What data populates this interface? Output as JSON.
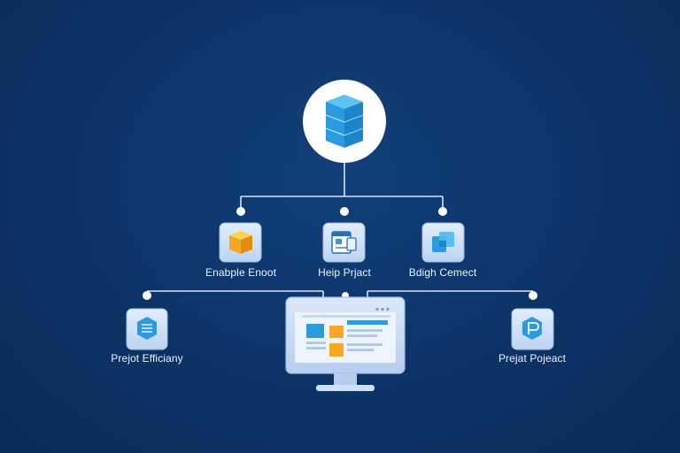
{
  "colors": {
    "background": "#0c3366",
    "connector": "#d6e4f5",
    "tile": "#cfe0f7",
    "accent_blue": "#2a9be0",
    "accent_orange": "#f5a623",
    "root_circle": "#ffffff"
  },
  "root": {
    "icon": "server-stack-icon"
  },
  "level1": [
    {
      "label": "Enabple Enoot",
      "icon": "cube-icon"
    },
    {
      "label": "Heip Prjact",
      "icon": "window-document-icon"
    },
    {
      "label": "Bdigh Cemect",
      "icon": "layered-squares-icon"
    }
  ],
  "level2": [
    {
      "label": "Prejot Efficiany",
      "icon": "hexagon-list-icon"
    },
    {
      "label": "",
      "icon": "monitor-dashboard-icon"
    },
    {
      "label": "Prejat Pojeact",
      "icon": "hexagon-p-icon"
    }
  ]
}
